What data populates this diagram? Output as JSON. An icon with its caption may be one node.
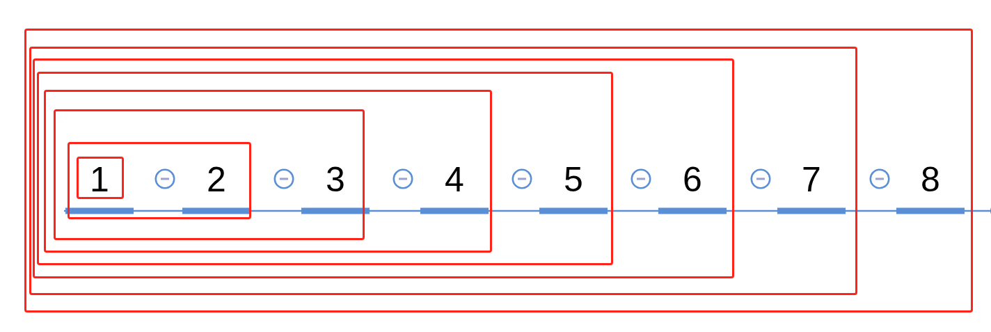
{
  "diagram": {
    "nodes": [
      {
        "text": [
          "8"
        ]
      },
      {
        "text": [
          "7"
        ],
        "in": 0
      },
      {
        "text": [
          "6"
        ],
        "in": 1
      },
      {
        "text": [
          "5"
        ],
        "in": 2
      },
      {
        "text": [
          "4"
        ],
        "in": 3
      },
      {
        "text": [
          "3"
        ],
        "in": 4
      },
      {
        "text": [
          "2"
        ],
        "in": 5
      },
      {
        "text": [
          "1"
        ],
        "in": 6
      }
    ]
  }
}
